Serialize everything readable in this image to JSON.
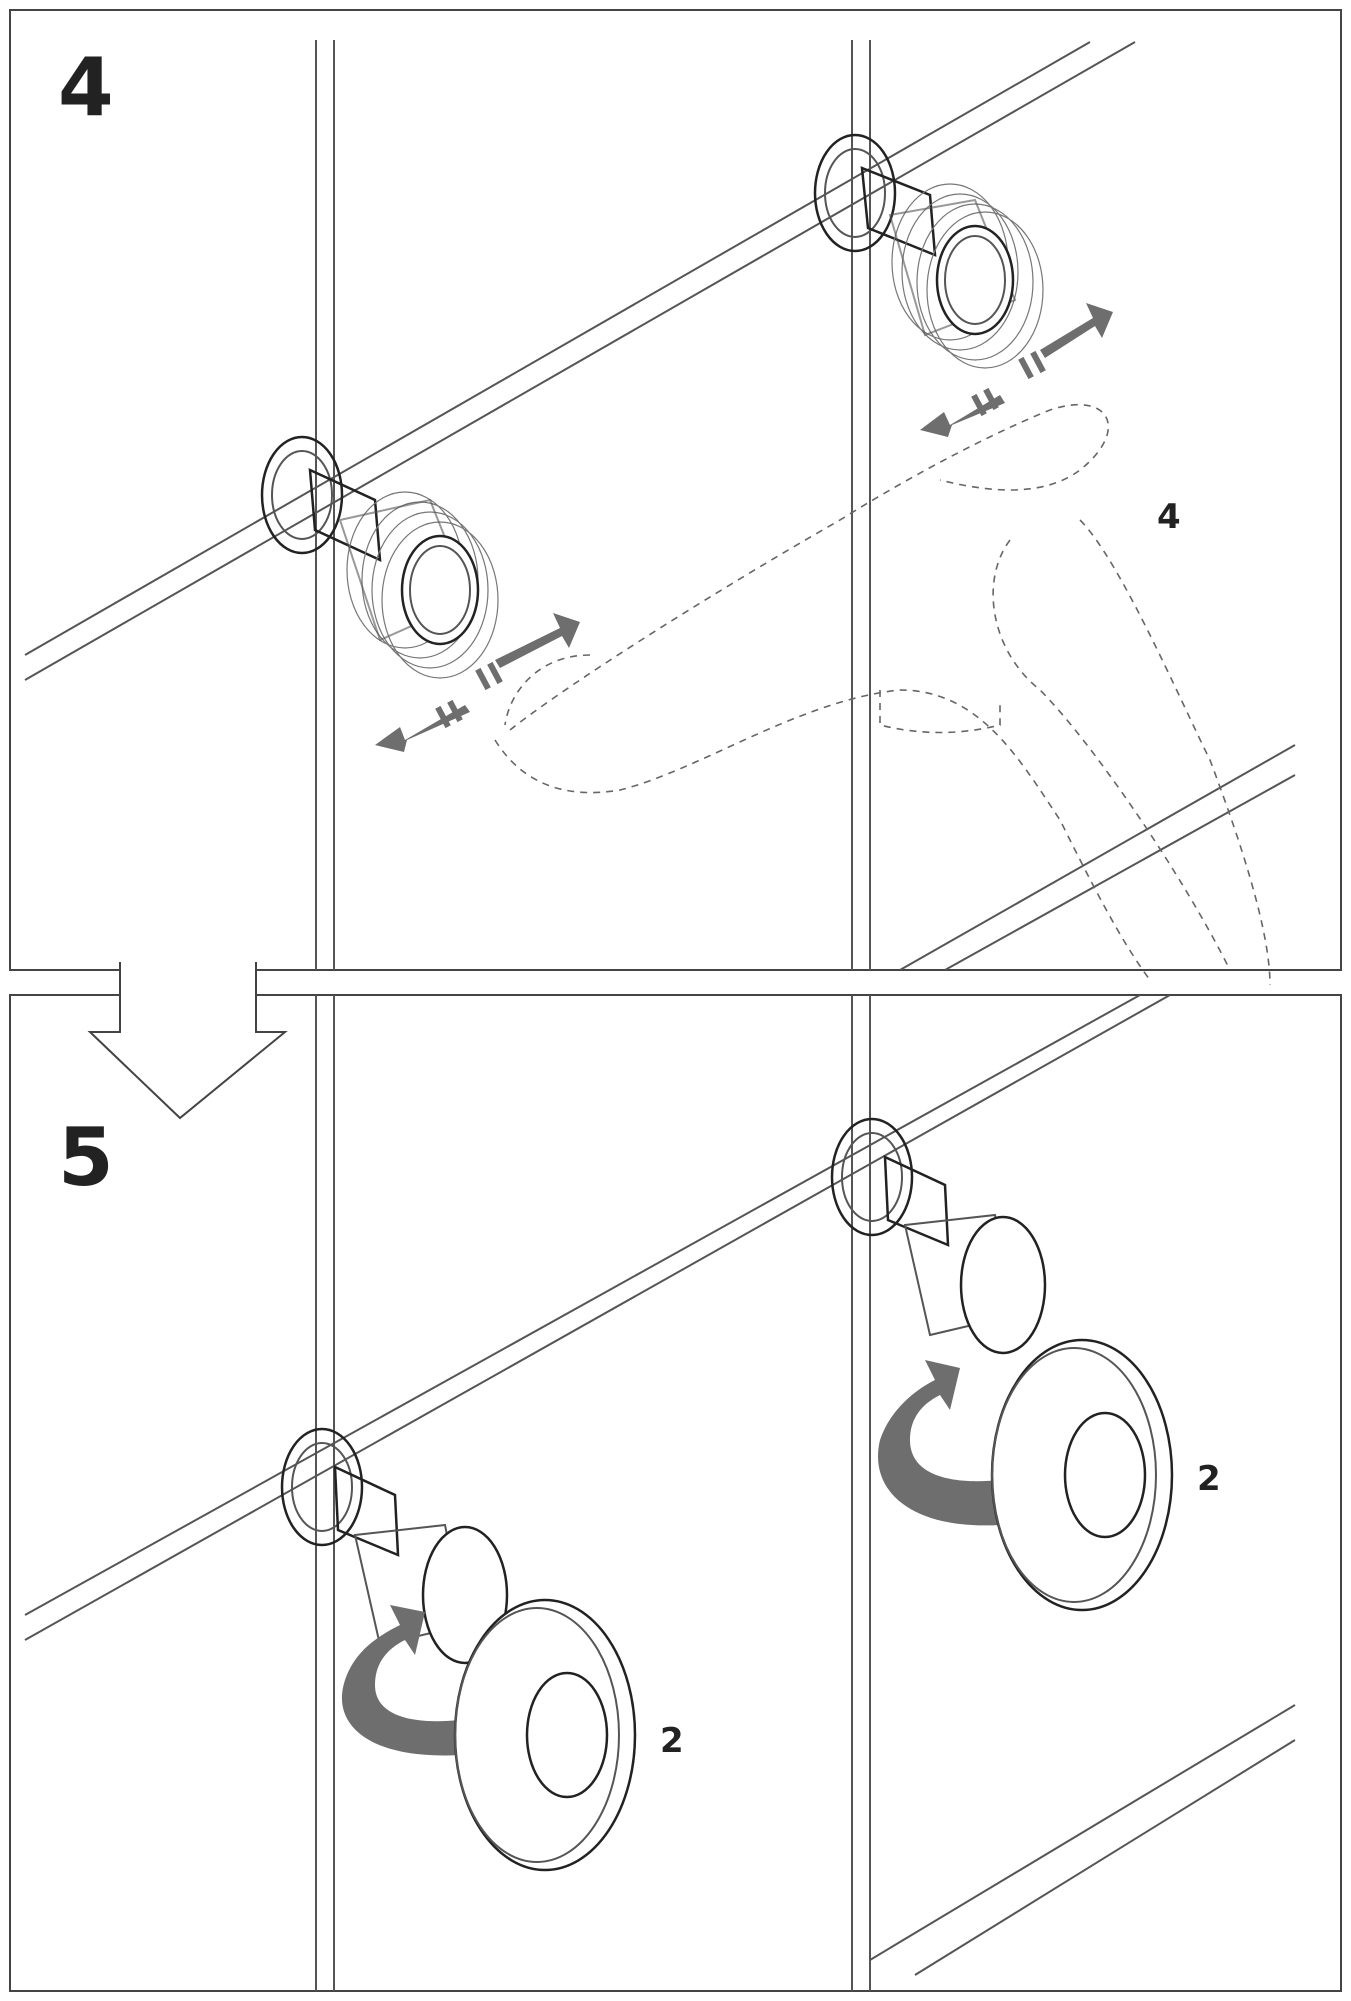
{
  "steps": [
    {
      "number": "4",
      "callout": "4"
    },
    {
      "number": "5",
      "callouts": [
        "2",
        "2"
      ]
    }
  ],
  "colors": {
    "line": "#555555",
    "arrow": "#6e6e6e",
    "background": "#ffffff",
    "text": "#222222"
  },
  "icons": [
    "down-arrow-icon",
    "adjust-arrows-icon",
    "rotate-arrow-icon"
  ]
}
